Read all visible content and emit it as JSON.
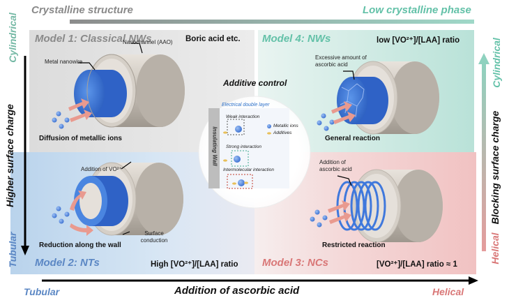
{
  "top": {
    "left_title": "Crystalline structure",
    "right_title": "Low crystalline phase"
  },
  "left_axis": {
    "top_label": "Cylindrical",
    "middle_label": "Higher surface charge",
    "bottom_label": "Tubular"
  },
  "right_axis": {
    "top_label": "Cylindrical",
    "middle_label": "Blocking surface charge",
    "bottom_label": "Helical"
  },
  "bottom_axis": {
    "left_label": "Tubular",
    "middle_label": "Addition of ascorbic acid",
    "right_label": "Helical"
  },
  "model1": {
    "title": "Model 1: Classical NWs",
    "condition": "Boric acid etc.",
    "label_wire": "Metal nanowire",
    "label_channel": "Nanochannel (AAO)",
    "caption": "Diffusion of metallic ions"
  },
  "model2": {
    "title": "Model 2: NTs",
    "condition": "High [VO²⁺]/[LAA] ratio",
    "label_add": "Addition of VO²⁺",
    "label_surface": "Surface conduction",
    "caption": "Reduction along the wall"
  },
  "model3": {
    "title": "Model 3: NCs",
    "condition": "[VO²⁺]/[LAA] ratio ≈ 1",
    "label_add": "Addition of ascorbic acid",
    "caption": "Restricted reaction"
  },
  "model4": {
    "title": "Model 4: NWs",
    "condition": "low [VO²⁺]/[LAA] ratio",
    "label_excess": "Excessive amount of ascorbic acid",
    "caption": "General reaction"
  },
  "center": {
    "title": "Additive control",
    "edl_label": "Electrical double layer",
    "wall_label": "Insulating Wall",
    "weak": "Weak interaction",
    "strong": "Strong interaction",
    "intermolecular": "Intermolecular interaction",
    "legend_ions": "Metallic ions",
    "legend_additives": "Additives"
  },
  "colors": {
    "model1_bg": "#e3e3e3",
    "model2_bg": "#c9dcef",
    "model3_bg": "#f4d3d3",
    "model4_bg": "#cfe9e2",
    "cyl_blue": "#3a78d8",
    "shell_grey": "#c9c3bb",
    "teal": "#5cbfa7",
    "red": "#d97777",
    "blue_text": "#5b87c4",
    "grey_text": "#8a8a8a"
  }
}
